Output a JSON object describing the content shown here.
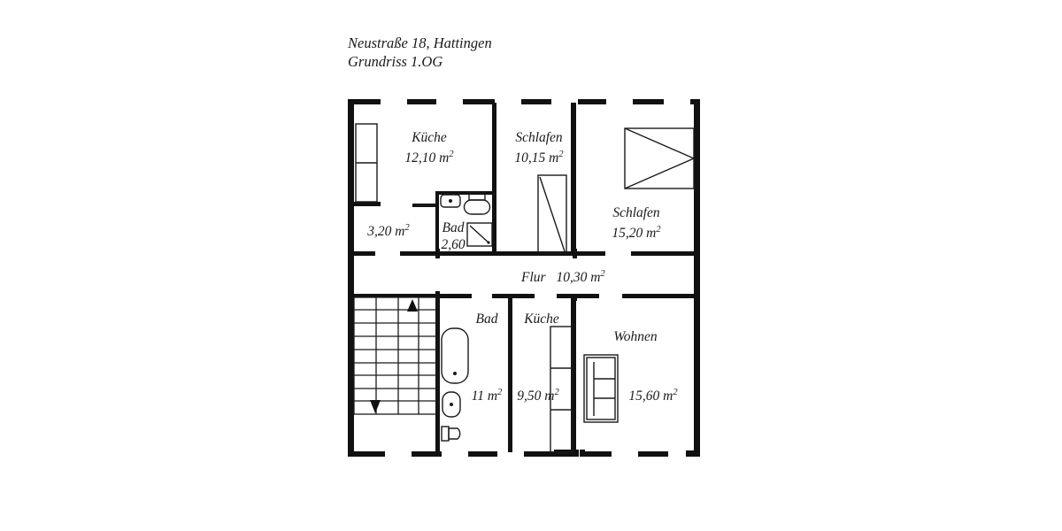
{
  "document": {
    "title_line1": "Neustraße 18, Hattingen",
    "title_line2": "Grundriss 1.OG"
  },
  "plan": {
    "unit": "m²",
    "rooms": [
      {
        "id": "kueche-og-left",
        "name": "Küche",
        "area": "12,10 m²"
      },
      {
        "id": "schlafen-mid",
        "name": "Schlafen",
        "area": "10,15 m²"
      },
      {
        "id": "schlafen-right",
        "name": "Schlafen",
        "area": "15,20 m²"
      },
      {
        "id": "abstell-left",
        "name": "",
        "area": "3,20 m²"
      },
      {
        "id": "bad-small",
        "name": "Bad",
        "area": "2,60"
      },
      {
        "id": "flur",
        "name": "Flur",
        "area": "10,30 m²"
      },
      {
        "id": "bad-large",
        "name": "Bad",
        "area": "11 m²"
      },
      {
        "id": "kueche-lower",
        "name": "Küche",
        "area": "9,50 m²"
      },
      {
        "id": "wohnen",
        "name": "Wohnen",
        "area": "15,60 m²"
      }
    ],
    "fixtures": [
      {
        "id": "bed-right",
        "label": "bed-symbol"
      },
      {
        "id": "wardrobe-mid",
        "label": "wardrobe-symbol"
      },
      {
        "id": "kitchen-cabinet-upper",
        "label": "cabinet-symbol"
      },
      {
        "id": "kitchen-cabinet-lower",
        "label": "cabinet-symbol"
      },
      {
        "id": "sofa",
        "label": "sofa-symbol"
      },
      {
        "id": "bathtub",
        "label": "bathtub-symbol"
      },
      {
        "id": "sink-large-bath",
        "label": "sink-symbol"
      },
      {
        "id": "toilet-large-bath",
        "label": "toilet-symbol"
      },
      {
        "id": "sink-small-bath",
        "label": "sink-symbol"
      },
      {
        "id": "toilet-small-bath",
        "label": "toilet-symbol"
      },
      {
        "id": "shower-small-bath",
        "label": "shower-symbol"
      },
      {
        "id": "staircase",
        "label": "staircase-symbol"
      }
    ],
    "colors": {
      "wall": "#111111",
      "thin_line": "#333333",
      "background": "#ffffff"
    }
  }
}
